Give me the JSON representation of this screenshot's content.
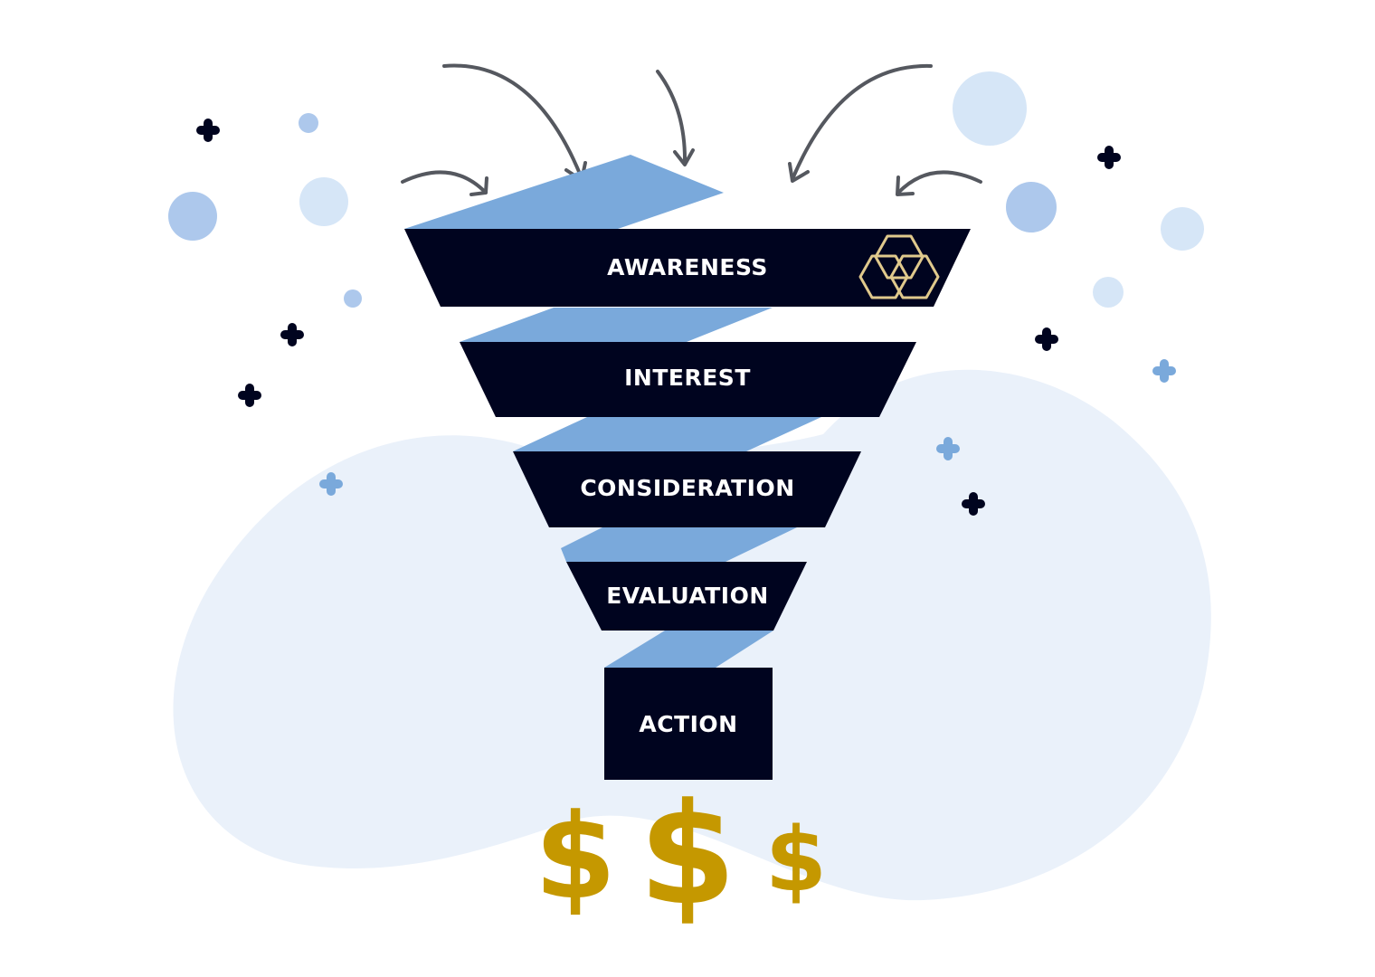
{
  "colors": {
    "navy": "#00041f",
    "ribbon": "#7aa9db",
    "blob": "#eaf1fa",
    "gold": "#c59800",
    "arrow": "#55585f",
    "dot_light": "#d6e6f7",
    "dot_mid": "#adc8ec"
  },
  "funnel": {
    "stages": [
      {
        "label": "AWARENESS"
      },
      {
        "label": "INTEREST"
      },
      {
        "label": "CONSIDERATION"
      },
      {
        "label": "EVALUATION"
      },
      {
        "label": "ACTION"
      }
    ],
    "logo_icon": "hexagon-cluster-icon"
  },
  "outcome": {
    "symbols": [
      "$",
      "$",
      "$"
    ]
  }
}
